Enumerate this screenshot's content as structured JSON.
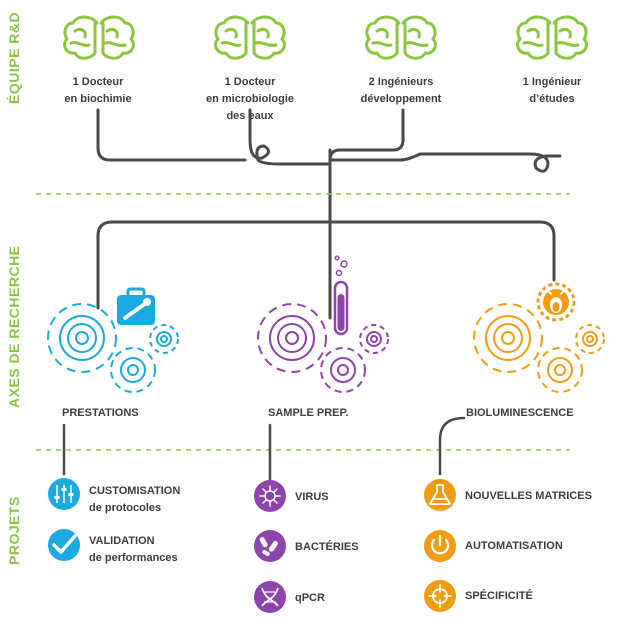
{
  "section_labels": {
    "team": "ÉQUIPE R&D",
    "research": "AXES DE RECHERCHE",
    "projects": "PROJETS"
  },
  "team": [
    {
      "line1": "1 Docteur",
      "line2": "en biochimie",
      "line3": ""
    },
    {
      "line1": "1 Docteur",
      "line2": "en microbiologie",
      "line3": "des eaux"
    },
    {
      "line1": "2 Ingénieurs",
      "line2": "développement",
      "line3": ""
    },
    {
      "line1": "1 Ingénieur",
      "line2": "d’études",
      "line3": ""
    }
  ],
  "axes": [
    {
      "title": "PRESTATIONS",
      "color": "#1ba9e1",
      "icon": "toolbox-icon"
    },
    {
      "title": "SAMPLE PREP.",
      "color": "#8e44ad",
      "icon": "test-tube-icon"
    },
    {
      "title": "BIOLUMINESCENCE",
      "color": "#f39c12",
      "icon": "firefly-icon"
    }
  ],
  "projects": {
    "prestations": [
      {
        "line1": "CUSTOMISATION",
        "line2": "de protocoles",
        "icon": "sliders-icon"
      },
      {
        "line1": "VALIDATION",
        "line2": "de performances",
        "icon": "checkmark-icon"
      }
    ],
    "sample_prep": [
      {
        "label": "VIRUS",
        "icon": "virus-icon"
      },
      {
        "label": "BACTÉRIES",
        "icon": "bacteria-icon"
      },
      {
        "label": "qPCR",
        "icon": "dna-icon"
      }
    ],
    "bioluminescence": [
      {
        "label": "NOUVELLES MATRICES",
        "icon": "flask-icon"
      },
      {
        "label": "AUTOMATISATION",
        "icon": "power-icon"
      },
      {
        "label": "SPÉCIFICITÉ",
        "icon": "target-icon"
      }
    ]
  },
  "colors": {
    "green": "#8cc63f",
    "blue": "#1ba9e1",
    "purple": "#8e44ad",
    "orange": "#f39c12",
    "line": "#4a4a4a"
  }
}
